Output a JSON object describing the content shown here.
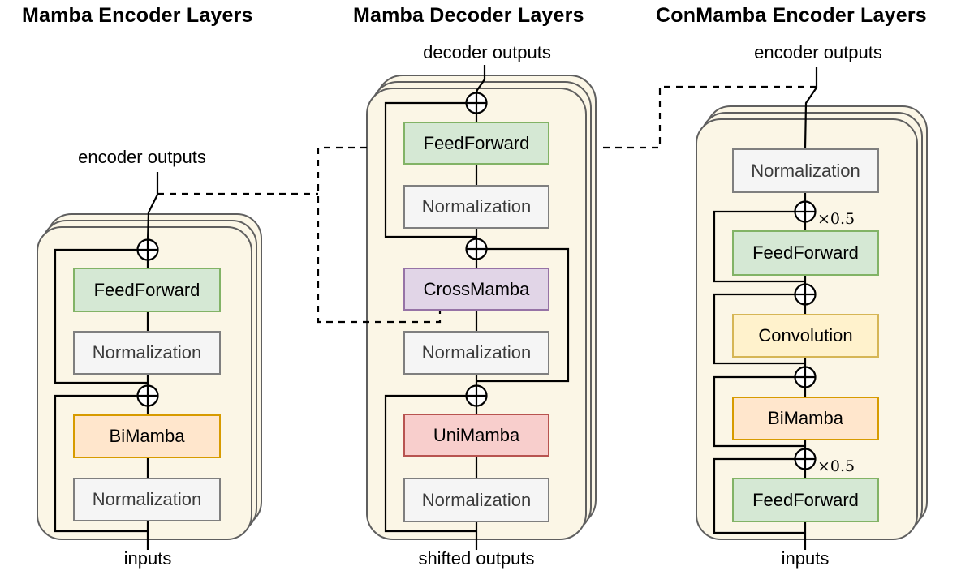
{
  "figure": {
    "panels": [
      {
        "title": "Mamba Encoder Layers",
        "top_label": "encoder outputs",
        "bottom_label": "inputs",
        "blocks": [
          {
            "label": "FeedForward"
          },
          {
            "label": "Normalization"
          },
          {
            "label": "BiMamba"
          },
          {
            "label": "Normalization"
          }
        ]
      },
      {
        "title": "Mamba Decoder Layers",
        "top_label": "decoder outputs",
        "bottom_label": "shifted outputs",
        "blocks": [
          {
            "label": "FeedForward"
          },
          {
            "label": "Normalization"
          },
          {
            "label": "CrossMamba"
          },
          {
            "label": "Normalization"
          },
          {
            "label": "UniMamba"
          },
          {
            "label": "Normalization"
          }
        ]
      },
      {
        "title": "ConMamba Encoder Layers",
        "top_label": "encoder outputs",
        "bottom_label": "inputs",
        "scale_label": "×0.5",
        "blocks": [
          {
            "label": "Normalization"
          },
          {
            "label": "FeedForward"
          },
          {
            "label": "Convolution"
          },
          {
            "label": "BiMamba"
          },
          {
            "label": "FeedForward"
          }
        ]
      }
    ],
    "icons": {
      "residual_add": "circle-plus"
    },
    "colors": {
      "panel_fill": "#fbf6e6",
      "panel_stroke": "#5f5f5f",
      "feedforward_fill": "#d5e8d4",
      "feedforward_stroke": "#82b366",
      "norm_fill": "#f5f5f5",
      "norm_stroke": "#7f7f7f",
      "bimamba_fill": "#ffe6cc",
      "bimamba_stroke": "#d79b00",
      "crossmamba_fill": "#e1d5e7",
      "crossmamba_stroke": "#9673a6",
      "unimamba_fill": "#f8cecc",
      "unimamba_stroke": "#b85450",
      "convolution_fill": "#fff2cc",
      "convolution_stroke": "#d6b656",
      "line": "#000000"
    }
  }
}
